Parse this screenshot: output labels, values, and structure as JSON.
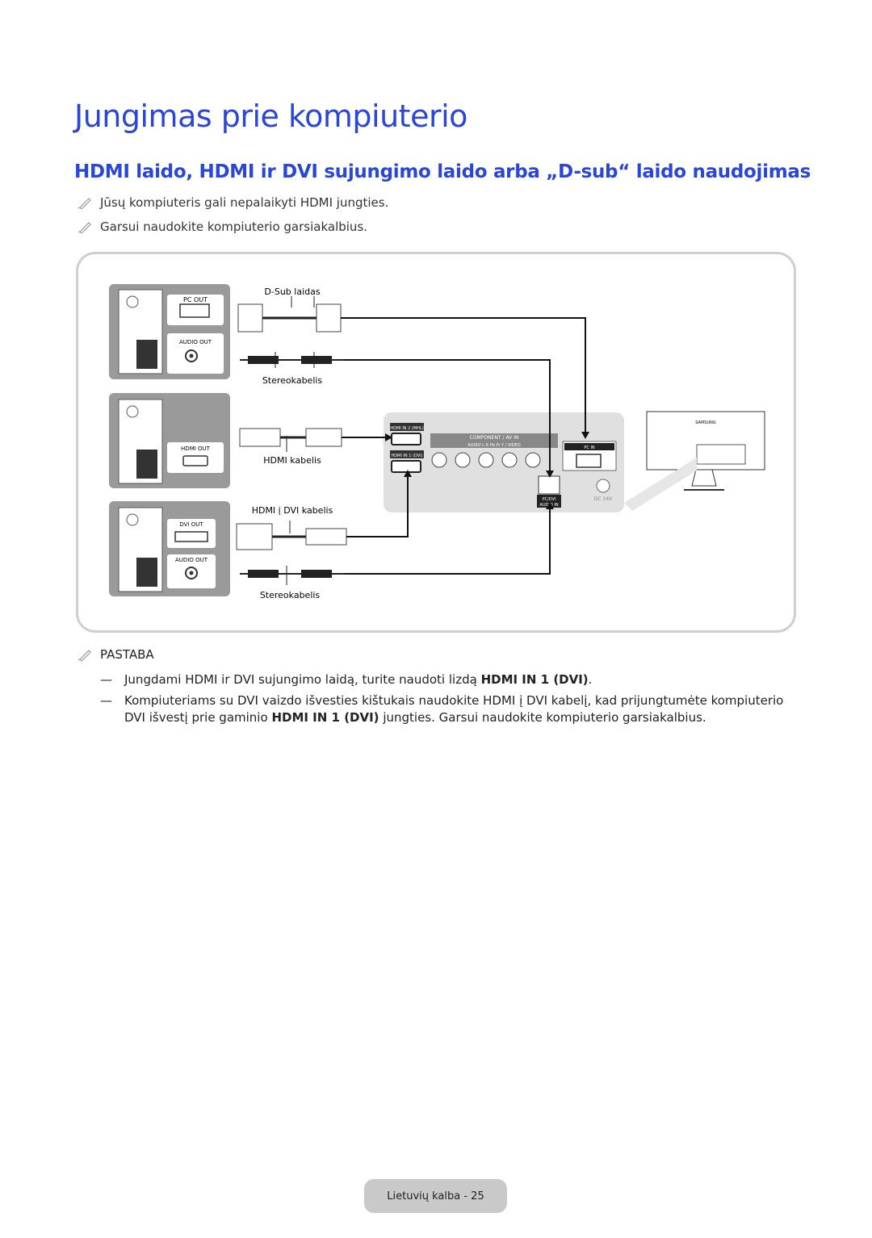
{
  "page": {
    "title": "Jungimas prie kompiuterio",
    "subtitle": "HDMI laido, HDMI ir DVI sujungimo laido arba „D-sub“ laido naudojimas",
    "notes": [
      "Jūsų kompiuteris gali nepalaikyti HDMI jungties.",
      "Garsui naudokite kompiuterio garsiakalbius."
    ],
    "pastaba_label": "PASTABA",
    "dash_notes": [
      {
        "before": "Jungdami HDMI ir DVI sujungimo laidą, turite naudoti lizdą ",
        "bold": "HDMI IN 1 (DVI)",
        "after": "."
      },
      {
        "before": "Kompiuteriams su DVI vaizdo išvesties kištukais naudokite HDMI į DVI kabelį, kad prijungtumėte kompiuterio DVI išvestį prie gaminio ",
        "bold": "HDMI IN 1 (DVI)",
        "after": " jungties. Garsui naudokite kompiuterio garsiakalbius."
      }
    ],
    "footer": "Lietuvių kalba - 25"
  },
  "diagram": {
    "cable_labels": {
      "dsub": "D-Sub laidas",
      "stereo1": "Stereokabelis",
      "hdmi": "HDMI kabelis",
      "hdmi_dvi": "HDMI į DVI kabelis",
      "stereo2": "Stereokabelis"
    },
    "pc_ports": {
      "pc_out": "PC OUT",
      "audio_out_1": "AUDIO OUT",
      "hdmi_out": "HDMI OUT",
      "dvi_out": "DVI OUT",
      "audio_out_2": "AUDIO OUT"
    },
    "tv_panel": {
      "hdmi_in_2": "HDMI IN 2 (MHL)",
      "hdmi_in_1": "HDMI IN 1 (DVI)",
      "component": "COMPONENT / AV IN",
      "audio_row": "AUDIO L   R   Pb   Pr   Y / VIDEO",
      "pc_in": "PC IN",
      "pc_dvi_1": "PC/DVI",
      "pc_dvi_2": "AUDIO IN",
      "dc": "DC 14V"
    },
    "tv_brand": "SAMSUNG",
    "colors": {
      "accent": "#2a46d8",
      "pc_box": "#9a9a9a",
      "panel": "#e0e0e0",
      "line": "#111111"
    }
  }
}
